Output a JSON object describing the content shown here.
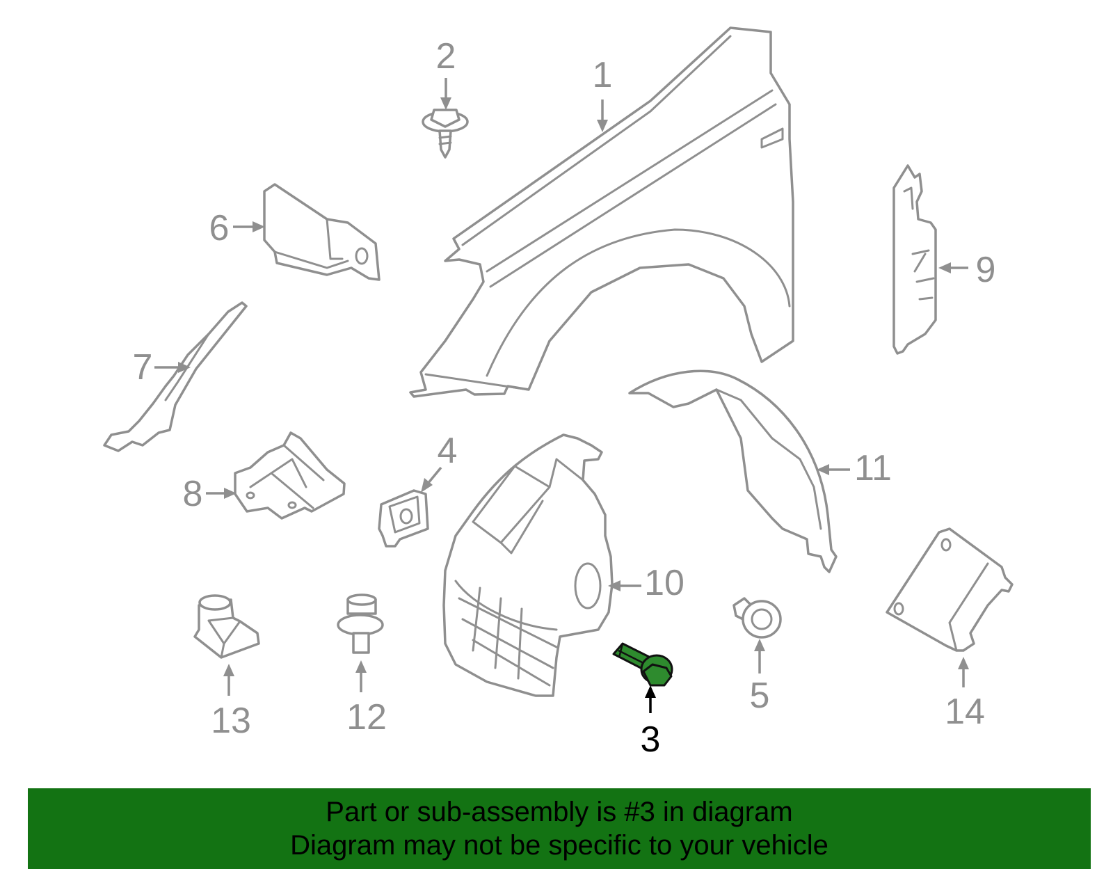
{
  "callouts": {
    "c1": "1",
    "c2": "2",
    "c3": "3",
    "c4": "4",
    "c5": "5",
    "c6": "6",
    "c7": "7",
    "c8": "8",
    "c9": "9",
    "c10": "10",
    "c11": "11",
    "c12": "12",
    "c13": "13",
    "c14": "14"
  },
  "highlighted_part": "3",
  "colors": {
    "highlight": "#2e8b2e",
    "banner": "#137313",
    "line": "#8f8f8f"
  },
  "banner": {
    "line1": "Part or sub-assembly is #3 in diagram",
    "line2": "Diagram may not be specific to your vehicle"
  }
}
